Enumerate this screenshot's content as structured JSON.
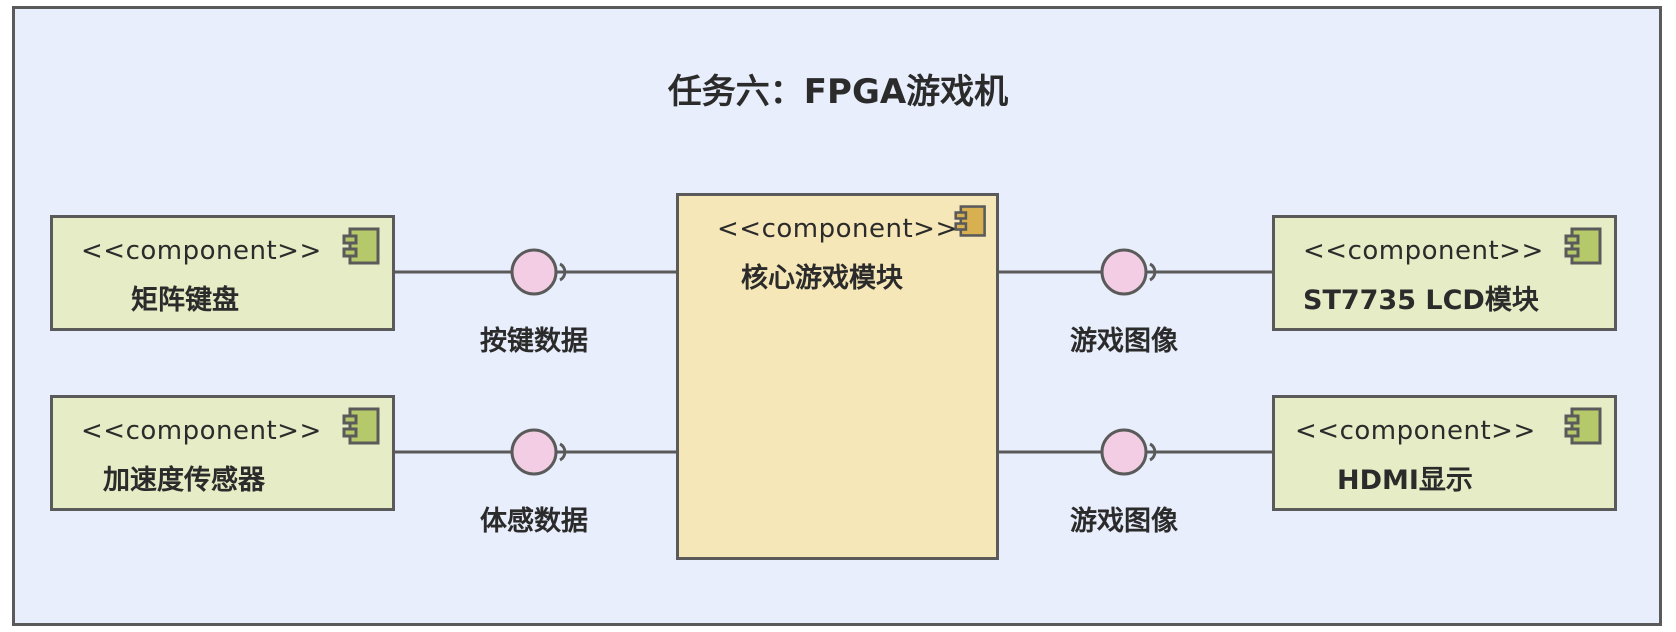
{
  "title": "任务六：FPGA游戏机",
  "components": {
    "keypad": {
      "stereotype": "<<component>>",
      "name": "矩阵键盘"
    },
    "accelerometer": {
      "stereotype": "<<component>>",
      "name": "加速度传感器"
    },
    "core": {
      "stereotype": "<<component>>",
      "name": "核心游戏模块"
    },
    "lcd": {
      "stereotype": "<<component>>",
      "name": "ST7735 LCD模块"
    },
    "hdmi": {
      "stereotype": "<<component>>",
      "name": "HDMI显示"
    }
  },
  "interfaces": {
    "key_data": "按键数据",
    "motion_data": "体感数据",
    "game_image_lcd": "游戏图像",
    "game_image_hdmi": "游戏图像"
  },
  "colors": {
    "background": "#e8eefb",
    "border": "#5a5a5a",
    "component_fill": "#e6ecc5",
    "component_icon": "#b5c96a",
    "core_fill": "#f6e7b8",
    "core_icon": "#d8b050",
    "interface_fill": "#f2cde3"
  }
}
